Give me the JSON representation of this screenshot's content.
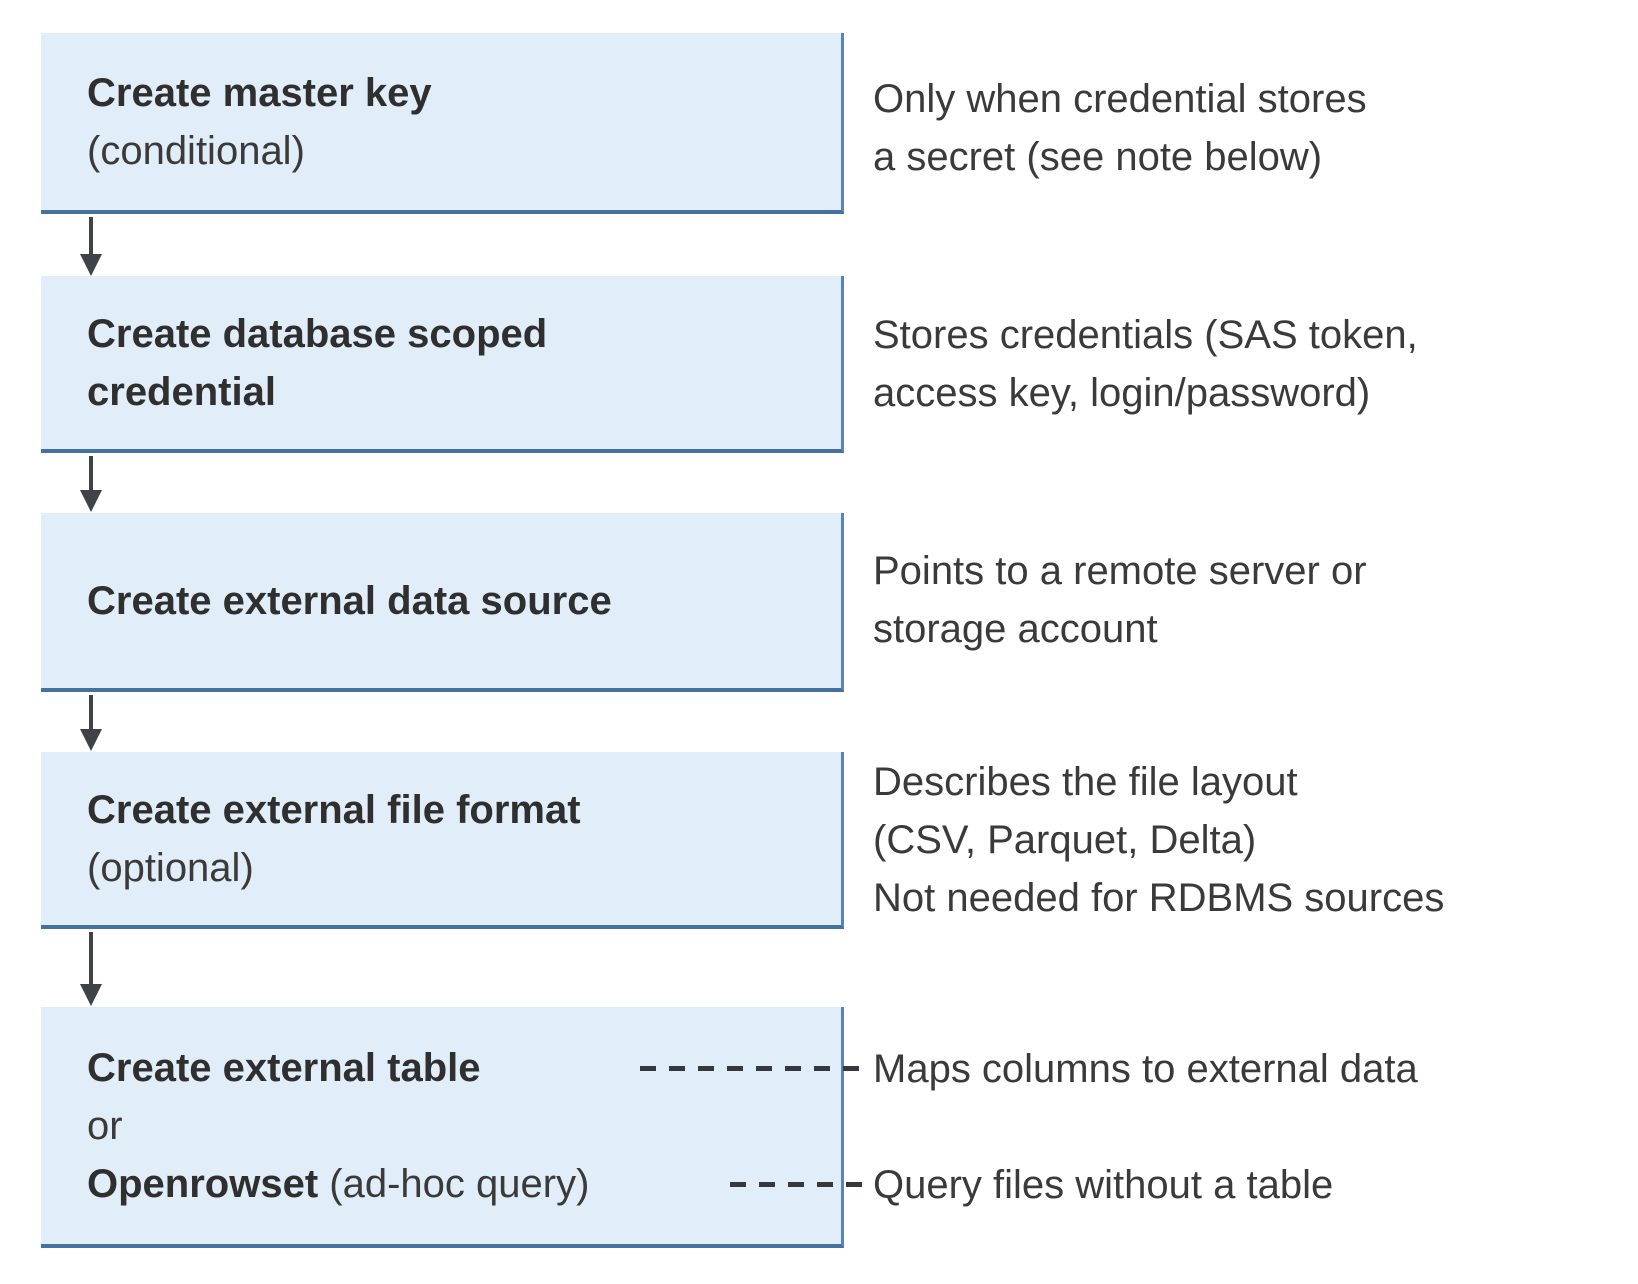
{
  "colors": {
    "box_fill": "#e2edfa",
    "box_border_right": "#5586b6",
    "box_border_bottom": "#44719f",
    "arrow": "#3f4347",
    "dash": "#35393f",
    "title_text": "#2f2f2f",
    "body_text": "#3a3a3a"
  },
  "flow": {
    "boxes": [
      {
        "lines": [
          {
            "bold": "Create master key"
          },
          {
            "normal": "(conditional)"
          }
        ]
      },
      {
        "lines": [
          {
            "bold": "Create database scoped"
          },
          {
            "bold": "credential"
          }
        ]
      },
      {
        "lines": [
          {
            "bold": "Create external data source"
          }
        ]
      },
      {
        "lines": [
          {
            "bold": "Create external file format"
          },
          {
            "normal": "(optional)"
          }
        ]
      },
      {
        "lines": [
          {
            "bold": "Create external table"
          },
          {
            "normal": "or"
          },
          {
            "bold": "Openrowset",
            "normal": " (ad-hoc query)"
          }
        ]
      }
    ],
    "notes": [
      {
        "lines": [
          "Only when credential stores",
          "a secret (see note below)"
        ]
      },
      {
        "lines": [
          "Stores credentials (SAS token,",
          "access key, login/password)"
        ]
      },
      {
        "lines": [
          "Points to a remote server or",
          "storage account"
        ]
      },
      {
        "lines": [
          "Describes the file layout",
          "(CSV, Parquet, Delta)",
          "Not needed for RDBMS sources"
        ]
      },
      {
        "lines": [
          "Maps columns to external data"
        ]
      },
      {
        "lines": [
          "Query files without a table"
        ]
      }
    ]
  }
}
